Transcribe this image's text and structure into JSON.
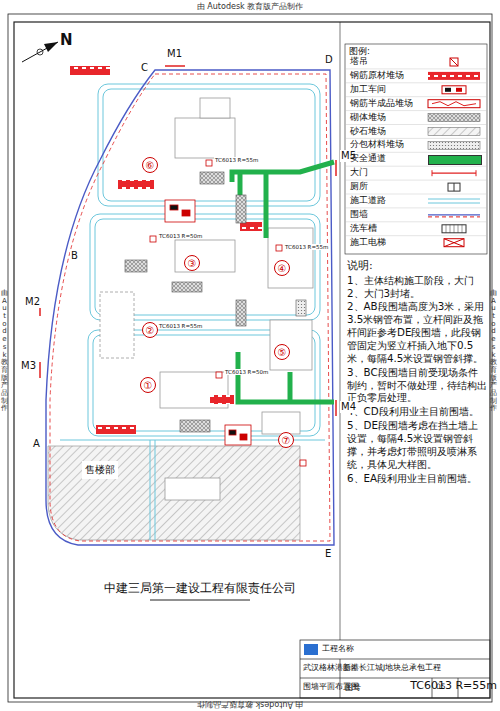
{
  "diagram": {
    "title": "围墙平面布置图",
    "nodes": [
      {
        "text": [
          "⑥"
        ]
      },
      {
        "text": [
          "③"
        ]
      },
      {
        "text": [
          "④"
        ]
      },
      {
        "text": [
          "②"
        ]
      },
      {
        "text": [
          "⑤"
        ]
      },
      {
        "text": [
          "①"
        ]
      },
      {
        "text": [
          "⑦"
        ]
      },
      {
        "text": [
          "售楼部"
        ]
      }
    ],
    "labels": [
      "由 Autodesk 教育版产品制作",
      "由 Autodesk 教育版产品制作",
      "由 Autodesk 教育版产品制作",
      "由 Autodesk 教育版产品制作",
      "N",
      "M1",
      "M2",
      "M3",
      "M4",
      "M5",
      "C",
      "D",
      "B",
      "A",
      "E",
      "图例:",
      "说明:",
      "1、主体结构施工阶段，大门2、大门3封堵。",
      "2、AB段围墙高度为3米，采用3.5米钢管布置，立杆间距及拖杆间距参考DE段围墙，此段钢管固定为竖立杆插入地下0.5米，每隔4.5米设置钢管斜撑。",
      "3、BC段围墙目前受现场条件制约，暂时不做处理，待结构出正负零后处理。",
      "4、CD段利用业主目前围墙。",
      "5、DE段围墙考虑在挡土墙上设置，每隔4.5米设置钢管斜撑，并考虑灯带照明及喷淋系统，具体见大样图。",
      "6、EA段利用业主目前围墙。",
      "中建三局第一建设工程有限责任公司",
      "工程名称",
      "武汉格林港新港长江城J地块总承包工程",
      "图名",
      "围墙平面布置图",
      "图号",
      "05",
      "TC6013 R=55m",
      "TC6013 R=55m",
      "TC6013 R=50m",
      "TC6013 R=55m",
      "TC6013 R=55m",
      "TC6013 R=50m"
    ],
    "legend": [
      {
        "text": "塔吊"
      },
      {
        "text": "钢筋原材堆场"
      },
      {
        "text": "加工车间"
      },
      {
        "text": "钢筋半成品堆场"
      },
      {
        "text": "砌体堆场"
      },
      {
        "text": "砂石堆场"
      },
      {
        "text": "分包材料堆场"
      },
      {
        "text": "安全通道",
        "color": "#22b14c"
      },
      {
        "text": "大门"
      },
      {
        "text": "厕所"
      },
      {
        "text": "施工道路"
      },
      {
        "text": "围墙"
      },
      {
        "text": "洗车槽"
      },
      {
        "text": "施工电梯"
      }
    ]
  }
}
